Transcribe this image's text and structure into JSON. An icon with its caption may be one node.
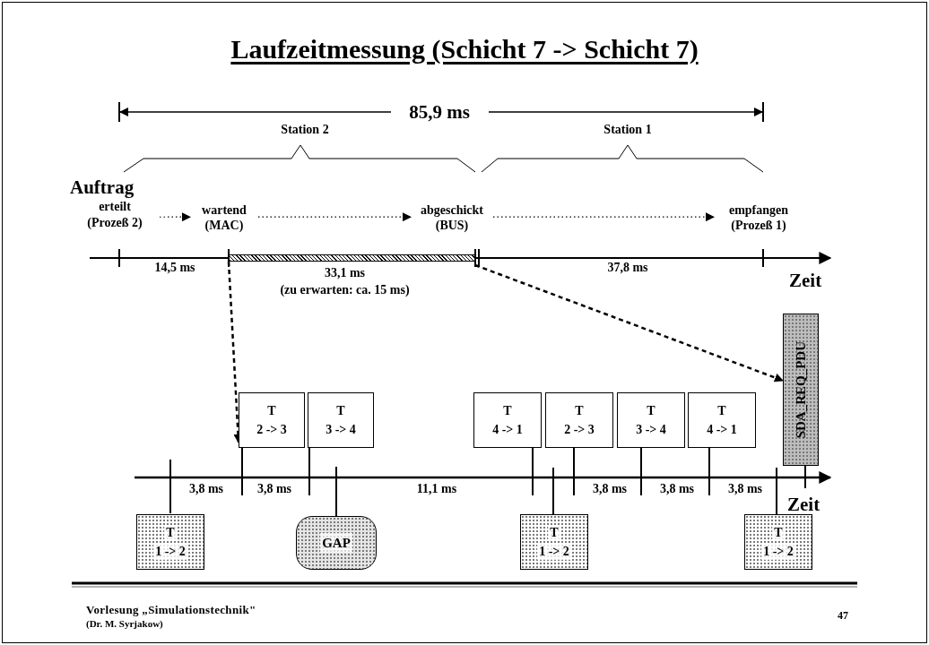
{
  "diagram": {
    "title": "Laufzeitmessung (Schicht 7 -> Schicht 7)",
    "nodes": [
      {
        "text": [
          "Auftrag",
          "erteilt (Prozeß 2)"
        ]
      },
      {
        "text": [
          "wartend (MAC)"
        ]
      },
      {
        "text": [
          "abgeschickt (BUS)"
        ]
      },
      {
        "text": [
          "empfangen (Prozeß 1)"
        ]
      },
      {
        "text": [],
        "shape": "bar",
        "beside": [
          "33,1 ms",
          "(zu erwarten: ca. 15 ms)"
        ]
      },
      {
        "text": [
          "T",
          "2 -> 3"
        ]
      },
      {
        "text": [
          "T",
          "3 -> 4"
        ]
      },
      {
        "text": [
          "T",
          "4 -> 1"
        ]
      },
      {
        "text": [
          "T",
          "2 -> 3"
        ]
      },
      {
        "text": [
          "T",
          "3 -> 4"
        ]
      },
      {
        "text": [
          "T",
          "4 -> 1"
        ]
      },
      {
        "text": [
          "SDA_REQ_PDU"
        ]
      },
      {
        "text": [
          "T",
          "1 -> 2"
        ]
      },
      {
        "text": [
          "GAP"
        ]
      },
      {
        "text": [
          "T",
          "1 -> 2"
        ]
      },
      {
        "text": [
          "T",
          "1 -> 2"
        ]
      }
    ],
    "edges": [
      {
        "from": 0,
        "to": 1,
        "arrow": "to",
        "style": "dashed"
      },
      {
        "from": 1,
        "to": 2,
        "arrow": "to",
        "style": "dashed"
      },
      {
        "from": 2,
        "to": 3,
        "arrow": "to",
        "style": "dashed"
      },
      {
        "from": 4,
        "to": 5,
        "arrow": "to",
        "style": "dashed"
      },
      {
        "from": 4,
        "to": 11,
        "arrow": "to",
        "style": "dashed"
      }
    ],
    "labels": [
      "85,9 ms",
      "Station 2",
      "Station 1",
      "14,5 ms",
      "37,8 ms",
      "Zeit",
      "3,8 ms",
      "3,8 ms",
      "11,1 ms",
      "3,8 ms",
      "3,8 ms",
      "3,8 ms",
      "Zeit",
      "Vorlesung „Simulationstechnik\"",
      "(Dr. M. Syrjakow)",
      "47"
    ]
  }
}
